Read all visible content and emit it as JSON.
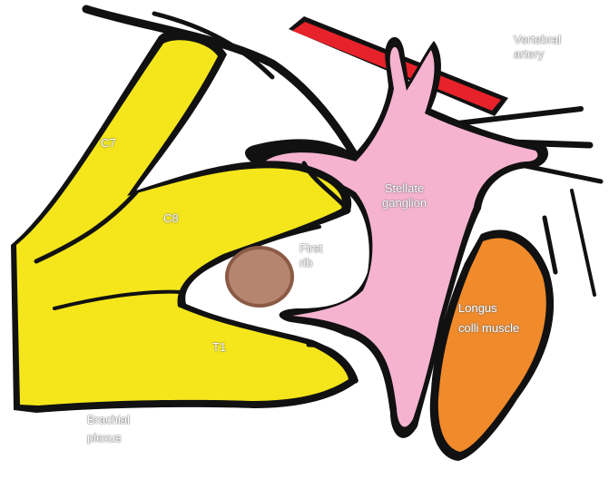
{
  "diagram": {
    "labels": {
      "vertebral_artery": [
        "Vertebral",
        "artery"
      ],
      "stellate_ganglion": [
        "Stellate",
        "ganglion"
      ],
      "c7": "C7",
      "c8": "C8",
      "t1": "T1",
      "first_rib": [
        "First",
        "rib"
      ],
      "longus_colli": [
        "Longus",
        "colli muscle"
      ],
      "brachial_plexus": [
        "Brachial",
        "plexus"
      ]
    },
    "colors": {
      "nerve_yellow": "#f4e61a",
      "ganglion_pink": "#f5b3cf",
      "artery_red": "#e8222a",
      "muscle_orange": "#f08a2a",
      "rib_brown": "#b58570",
      "outline_black": "#111111"
    }
  }
}
